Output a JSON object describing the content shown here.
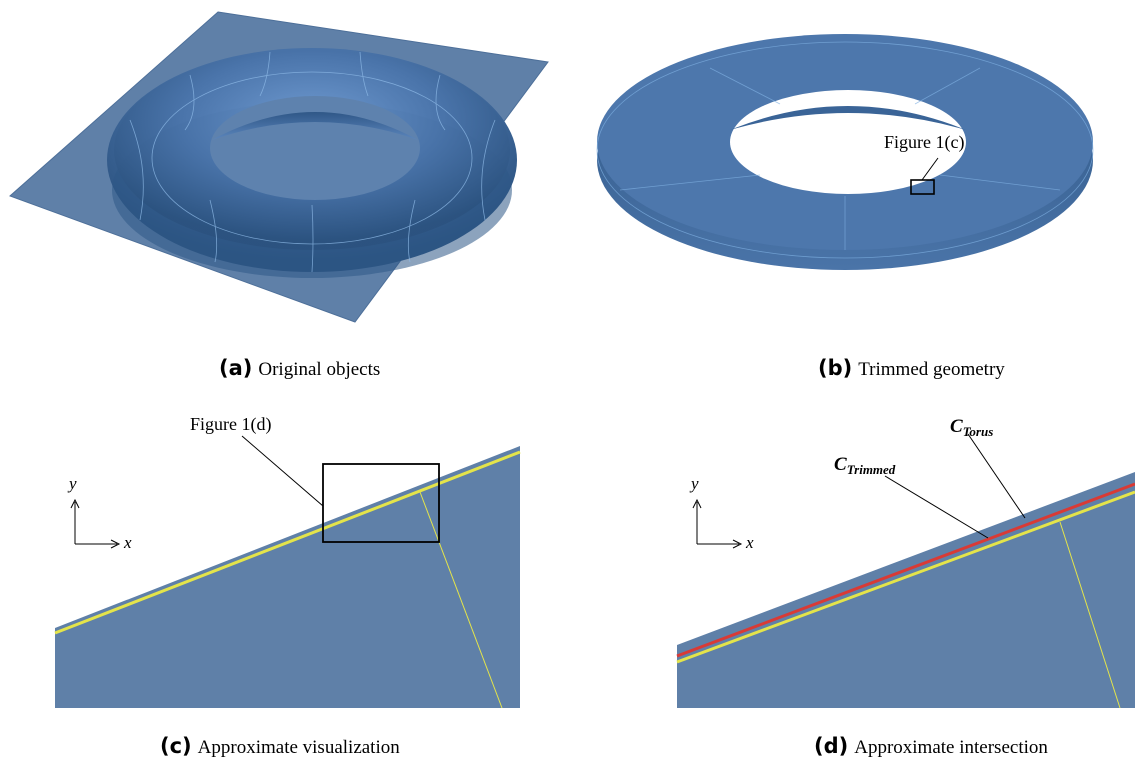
{
  "panels": [
    {
      "id": "a",
      "label": "(a)",
      "caption": "Original objects"
    },
    {
      "id": "b",
      "label": "(b)",
      "caption": "Trimmed geometry"
    },
    {
      "id": "c",
      "label": "(c)",
      "caption": "Approximate visualization"
    },
    {
      "id": "d",
      "label": "(d)",
      "caption": "Approximate intersection"
    }
  ],
  "annotations": {
    "b_callout": "Figure 1(c)",
    "c_callout": "Figure 1(d)",
    "axis_y": "y",
    "axis_x": "x",
    "curve_torus_main": "C",
    "curve_torus_sub": "Torus",
    "curve_trimmed_main": "C",
    "curve_trimmed_sub": "Trimmed"
  },
  "colors": {
    "surface": "#5f80a8",
    "torus_dark": "#2d5584",
    "torus_light": "#6d97cc",
    "edge_line": "#7fb2e6",
    "yellow": "#e4e44a",
    "red": "#d93a35"
  }
}
